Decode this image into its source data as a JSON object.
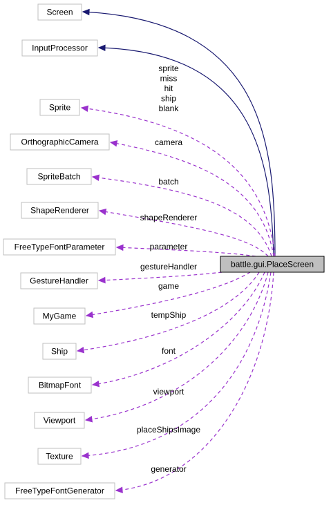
{
  "main_class": "battle.gui.PlaceScreen",
  "inherits": [
    {
      "id": "screen",
      "label": "Screen"
    },
    {
      "id": "inputprocessor",
      "label": "InputProcessor"
    }
  ],
  "members": [
    {
      "id": "sprite",
      "label": "Sprite",
      "edge_labels": [
        "sprite",
        "miss",
        "hit",
        "ship",
        "blank"
      ]
    },
    {
      "id": "orthographiccamera",
      "label": "OrthographicCamera",
      "edge_labels": [
        "camera"
      ]
    },
    {
      "id": "spritebatch",
      "label": "SpriteBatch",
      "edge_labels": [
        "batch"
      ]
    },
    {
      "id": "shaperenderer",
      "label": "ShapeRenderer",
      "edge_labels": [
        "shapeRenderer"
      ]
    },
    {
      "id": "freetypefontparameter",
      "label": "FreeTypeFontParameter",
      "edge_labels": [
        "parameter"
      ]
    },
    {
      "id": "gesturehandler",
      "label": "GestureHandler",
      "edge_labels": [
        "gestureHandler"
      ]
    },
    {
      "id": "mygame",
      "label": "MyGame",
      "edge_labels": [
        "game"
      ]
    },
    {
      "id": "ship",
      "label": "Ship",
      "edge_labels": [
        "tempShip"
      ]
    },
    {
      "id": "bitmapfont",
      "label": "BitmapFont",
      "edge_labels": [
        "font"
      ]
    },
    {
      "id": "viewport",
      "label": "Viewport",
      "edge_labels": [
        "viewport"
      ]
    },
    {
      "id": "texture",
      "label": "Texture",
      "edge_labels": [
        "placeShipsImage"
      ]
    },
    {
      "id": "freetypefontgenerator",
      "label": "FreeTypeFontGenerator",
      "edge_labels": [
        "generator"
      ]
    }
  ],
  "colors": {
    "inherit_edge": "#191970",
    "member_edge": "#9a32cd",
    "node_border": "#bfbfbf",
    "main_fill": "#bfbfbf"
  }
}
